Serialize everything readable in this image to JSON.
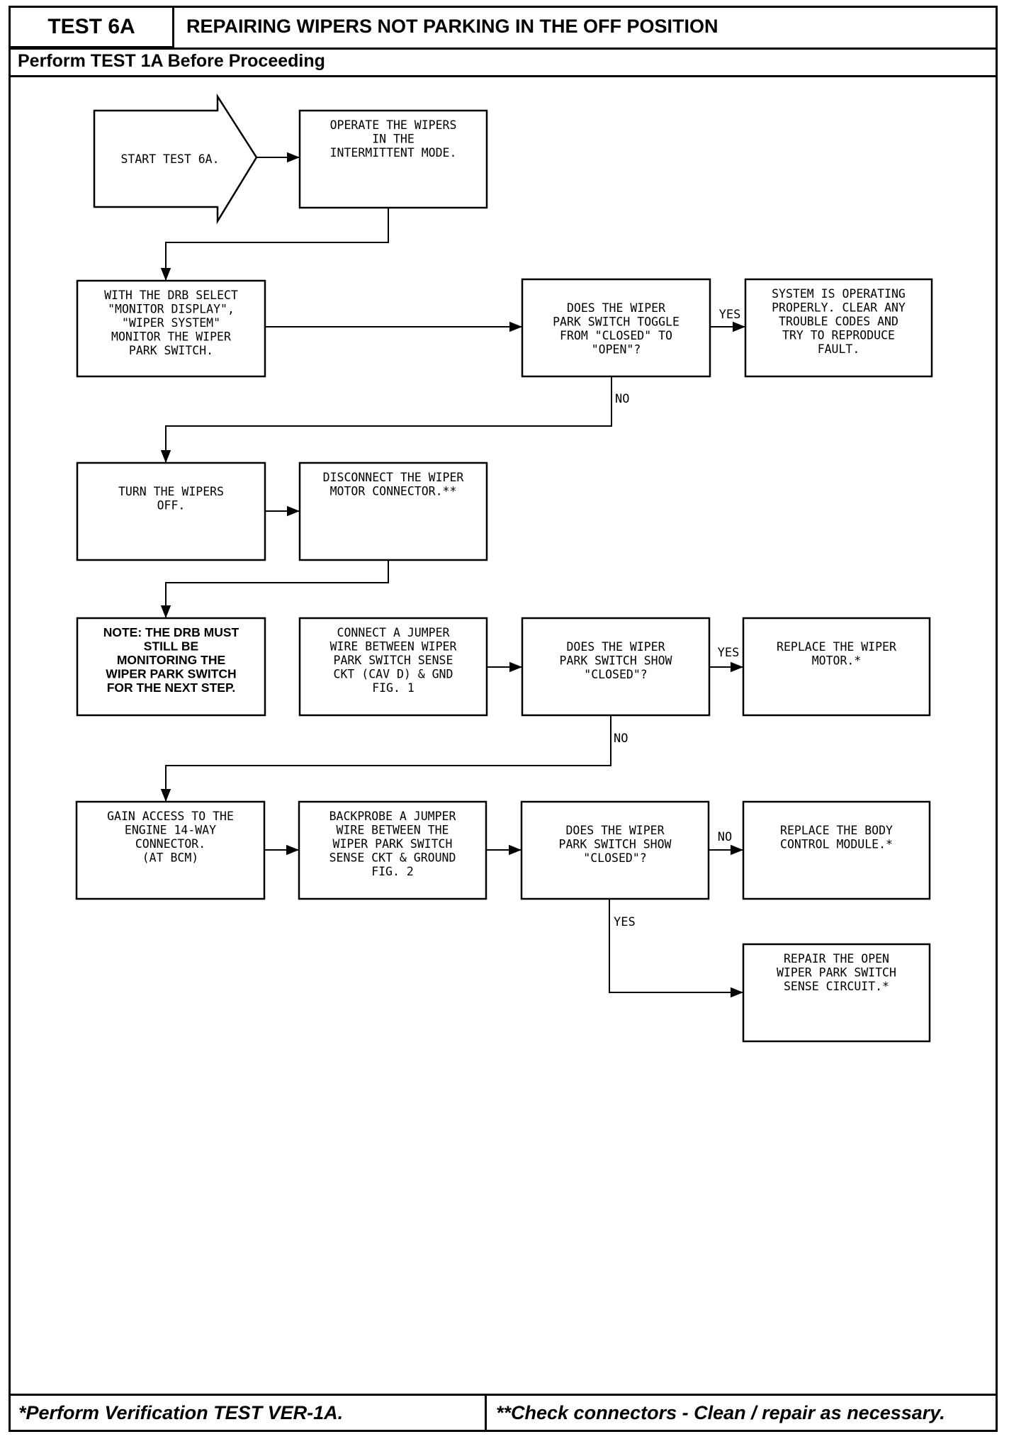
{
  "header": {
    "test_id": "TEST 6A",
    "title": "REPAIRING WIPERS NOT PARKING IN THE OFF POSITION",
    "subtitle": "Perform TEST 1A Before Proceeding"
  },
  "footer": {
    "left": "*Perform Verification TEST VER-1A.",
    "right": "**Check connectors - Clean / repair as necessary."
  },
  "flow": {
    "start": [
      "START TEST 6A."
    ],
    "operate": [
      "OPERATE THE WIPERS",
      "IN THE",
      "INTERMITTENT MODE."
    ],
    "drb_select": [
      "WITH THE DRB SELECT",
      "\"MONITOR DISPLAY\",",
      "\"WIPER SYSTEM\"",
      "MONITOR THE WIPER",
      "PARK SWITCH."
    ],
    "toggle_q": [
      "DOES THE WIPER",
      "PARK SWITCH TOGGLE",
      "FROM \"CLOSED\" TO",
      "\"OPEN\"?"
    ],
    "system_ok": [
      "SYSTEM IS OPERATING",
      "PROPERLY. CLEAR ANY",
      "TROUBLE CODES AND",
      "TRY TO REPRODUCE",
      "FAULT."
    ],
    "turn_off": [
      "TURN THE WIPERS",
      "OFF."
    ],
    "disconnect": [
      "DISCONNECT THE WIPER",
      "MOTOR CONNECTOR.**"
    ],
    "note": [
      "NOTE: THE DRB MUST",
      "STILL BE",
      "MONITORING THE",
      "WIPER PARK SWITCH",
      "FOR THE NEXT STEP."
    ],
    "jumper": [
      "CONNECT A JUMPER",
      "WIRE BETWEEN WIPER",
      "PARK SWITCH SENSE",
      "CKT (CAV D) & GND",
      "FIG. 1"
    ],
    "closed_q1": [
      "DOES THE WIPER",
      "PARK SWITCH SHOW",
      "\"CLOSED\"?"
    ],
    "replace_motor": [
      "REPLACE THE WIPER",
      "MOTOR.*"
    ],
    "gain_access": [
      "GAIN ACCESS TO THE",
      "ENGINE 14-WAY",
      "CONNECTOR.",
      "(AT BCM)"
    ],
    "backprobe": [
      "BACKPROBE A JUMPER",
      "WIRE BETWEEN THE",
      "WIPER PARK SWITCH",
      "SENSE CKT & GROUND",
      "FIG. 2"
    ],
    "closed_q2": [
      "DOES THE WIPER",
      "PARK SWITCH SHOW",
      "\"CLOSED\"?"
    ],
    "replace_bcm": [
      "REPLACE THE BODY",
      "CONTROL MODULE.*"
    ],
    "repair_open": [
      "REPAIR THE OPEN",
      "WIPER PARK SWITCH",
      "SENSE CIRCUIT.*"
    ]
  },
  "labels": {
    "yes": "YES",
    "no": "NO"
  }
}
